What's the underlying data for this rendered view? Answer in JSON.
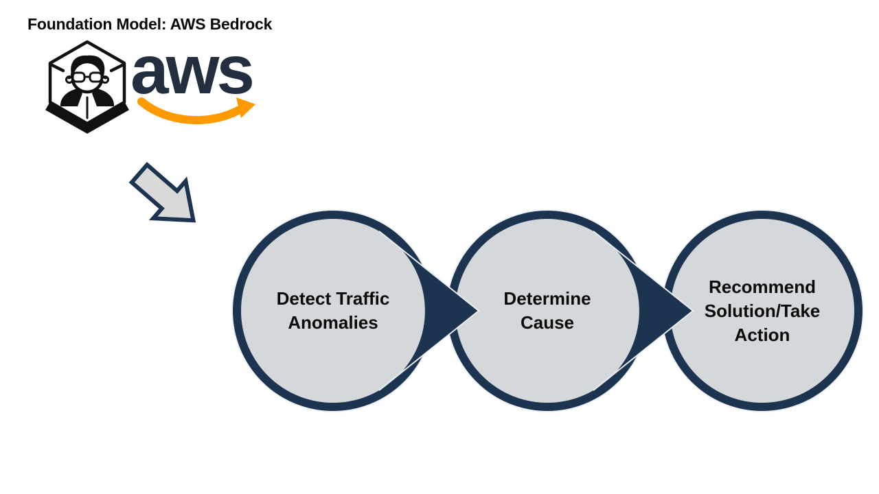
{
  "slide": {
    "title": "Foundation Model: AWS Bedrock"
  },
  "logo": {
    "wordmark": "aws",
    "icon": "persona-hexagon-icon",
    "smile_icon": "aws-smile-arrow-icon"
  },
  "flow": {
    "connector_icon": "down-right-arrow-icon",
    "steps": [
      {
        "label": "Detect Traffic\nAnomalies"
      },
      {
        "label": "Determine\nCause"
      },
      {
        "label": "Recommend\nSolution/Take\nAction"
      }
    ]
  },
  "colors": {
    "navy": "#1c3450",
    "circle_fill": "#d5d8db",
    "arrow_fill": "#d9d9d9",
    "aws_ink": "#232f3e",
    "aws_orange": "#ff9900",
    "edge_light": "#e9eef3",
    "text": "#0a0a0a"
  }
}
